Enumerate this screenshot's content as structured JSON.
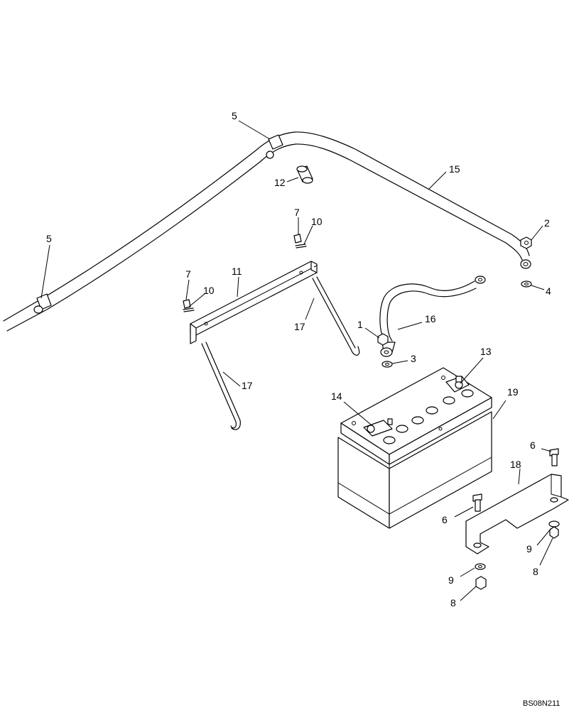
{
  "callouts": [
    {
      "id": "c5a",
      "label": "5"
    },
    {
      "id": "c5b",
      "label": "5"
    },
    {
      "id": "c12",
      "label": "12"
    },
    {
      "id": "c15",
      "label": "15"
    },
    {
      "id": "c2",
      "label": "2"
    },
    {
      "id": "c4",
      "label": "4"
    },
    {
      "id": "c7a",
      "label": "7"
    },
    {
      "id": "c10a",
      "label": "10"
    },
    {
      "id": "c11",
      "label": "11"
    },
    {
      "id": "c7b",
      "label": "7"
    },
    {
      "id": "c10b",
      "label": "10"
    },
    {
      "id": "c17a",
      "label": "17"
    },
    {
      "id": "c1",
      "label": "1"
    },
    {
      "id": "c16",
      "label": "16"
    },
    {
      "id": "c3",
      "label": "3"
    },
    {
      "id": "c13",
      "label": "13"
    },
    {
      "id": "c17b",
      "label": "17"
    },
    {
      "id": "c14",
      "label": "14"
    },
    {
      "id": "c19",
      "label": "19"
    },
    {
      "id": "c6a",
      "label": "6"
    },
    {
      "id": "c18",
      "label": "18"
    },
    {
      "id": "c6b",
      "label": "6"
    },
    {
      "id": "c9a",
      "label": "9"
    },
    {
      "id": "c8a",
      "label": "8"
    },
    {
      "id": "c9b",
      "label": "9"
    },
    {
      "id": "c8b",
      "label": "8"
    }
  ],
  "drawing_code": "BS08N211"
}
